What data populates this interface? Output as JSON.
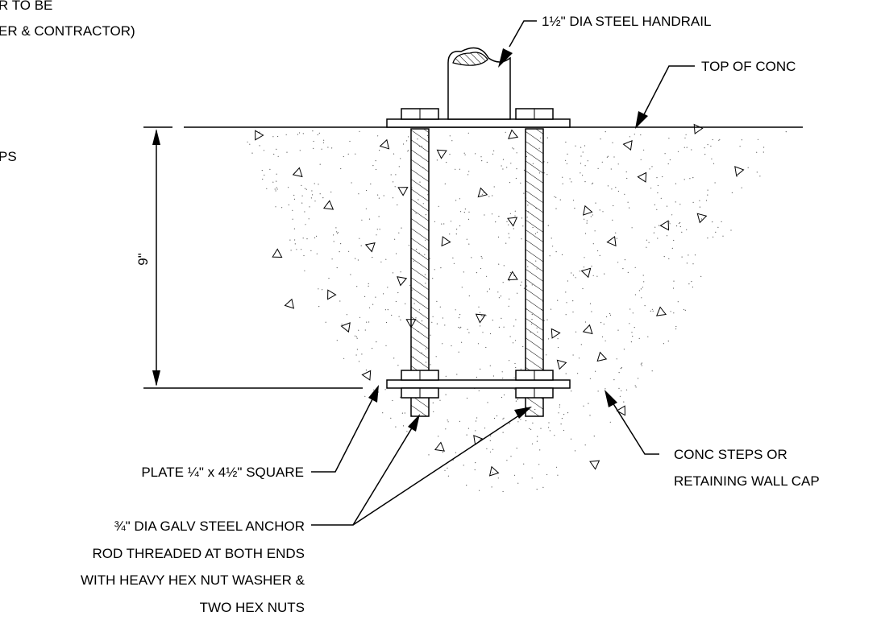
{
  "labels": {
    "partial_line_1": "R TO BE",
    "partial_line_2": "ER & CONTRACTOR)",
    "partial_line_3": "PS",
    "handrail": "1½\" DIA STEEL HANDRAIL",
    "top_of_conc": "TOP OF CONC",
    "dimension": "9\"",
    "plate": "PLATE ¼\" x 4½\" SQUARE",
    "conc_steps_1": "CONC STEPS OR",
    "conc_steps_2": "RETAINING WALL CAP",
    "anchor_1": "¾\" DIA GALV STEEL ANCHOR",
    "anchor_2": "ROD THREADED AT BOTH ENDS",
    "anchor_3": "WITH HEAVY HEX NUT WASHER &",
    "anchor_4": "TWO HEX NUTS"
  }
}
